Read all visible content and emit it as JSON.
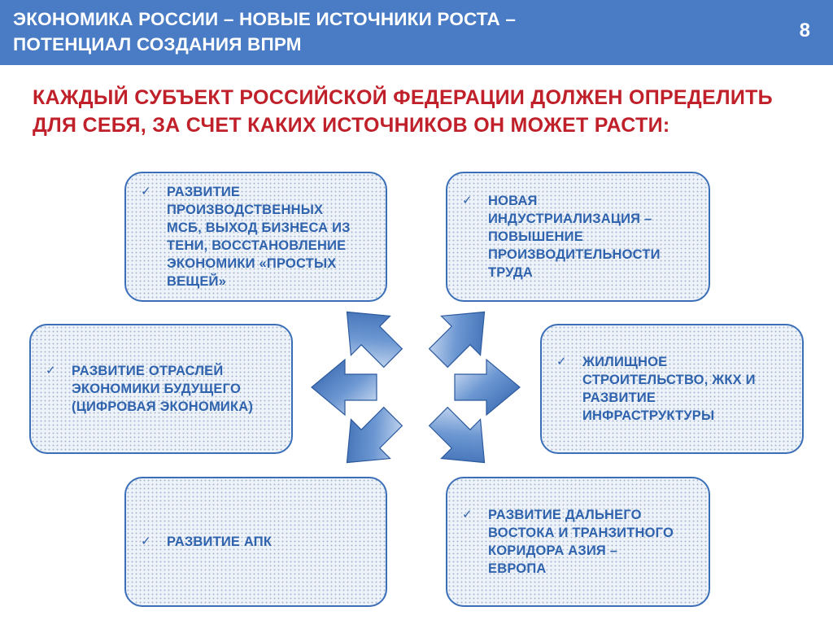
{
  "header": {
    "title_line1": "ЭКОНОМИКА РОССИИ – НОВЫЕ ИСТОЧНИКИ РОСТА –",
    "title_line2": "ПОТЕНЦИАЛ СОЗДАНИЯ ВПРМ",
    "page_number": "8"
  },
  "subtitle": {
    "line1": "КАЖДЫЙ СУБЪЕКТ РОССИЙСКОЙ ФЕДЕРАЦИИ ДОЛЖЕН ОПРЕДЕЛИТЬ",
    "line2": "ДЛЯ СЕБЯ, ЗА СЧЕТ КАКИХ ИСТОЧНИКОВ ОН МОЖЕТ РАСТИ:"
  },
  "cards": {
    "top_left": {
      "check": "✓",
      "lines": [
        "РАЗВИТИЕ",
        "ПРОИЗВОДСТВЕННЫХ",
        "МСБ, ВЫХОД БИЗНЕСА ИЗ",
        "ТЕНИ, ВОССТАНОВЛЕНИЕ",
        "ЭКОНОМИКИ «ПРОСТЫХ",
        "ВЕЩЕЙ»"
      ]
    },
    "top_right": {
      "check": "✓",
      "lines": [
        "НОВАЯ",
        "ИНДУСТРИАЛИЗАЦИЯ –",
        "ПОВЫШЕНИЕ",
        "ПРОИЗВОДИТЕЛЬНОСТИ",
        "ТРУДА"
      ]
    },
    "middle_left": {
      "check": "✓",
      "lines": [
        "РАЗВИТИЕ ОТРАСЛЕЙ",
        "ЭКОНОМИКИ БУДУЩЕГО",
        "(ЦИФРОВАЯ ЭКОНОМИКА)"
      ]
    },
    "middle_right": {
      "check": "✓",
      "lines": [
        "ЖИЛИЩНОЕ",
        "СТРОИТЕЛЬСТВО, ЖКХ И",
        "РАЗВИТИЕ",
        "ИНФРАСТРУКТУРЫ"
      ]
    },
    "bottom_left": {
      "check": "✓",
      "lines": [
        "РАЗВИТИЕ АПК"
      ]
    },
    "bottom_right": {
      "check": "✓",
      "lines": [
        "РАЗВИТИЕ ДАЛЬНЕГО",
        "ВОСТОКА И ТРАНЗИТНОГО",
        "КОРИДОРА АЗИЯ –",
        "ЕВРОПА"
      ]
    }
  },
  "colors": {
    "header_bg": "#4a7cc6",
    "subtitle_text": "#c0202a",
    "card_text": "#2f63ad",
    "card_border": "#3a6fb8",
    "arrow_fill": "#3f73be"
  },
  "icons": {
    "check": "check-mark-icon",
    "arrow": "arrow-outward-icon"
  }
}
